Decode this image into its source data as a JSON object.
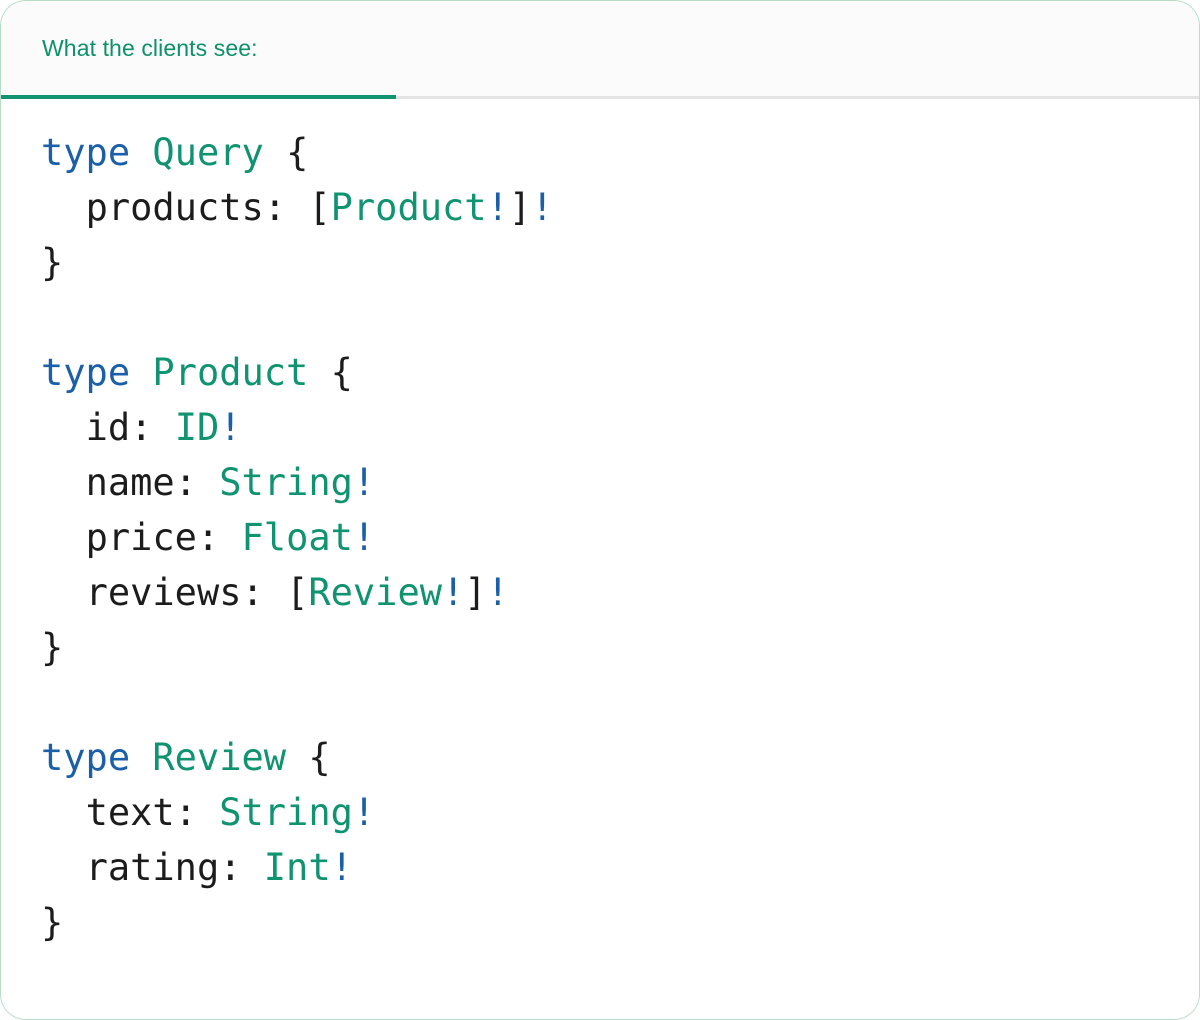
{
  "card": {
    "border_color": "#b7ddc9",
    "background": "#ffffff"
  },
  "tabs": {
    "items": [
      {
        "label": "What the clients see:",
        "active": true
      }
    ],
    "active_color": "#0f9370",
    "label_color": "#0d9168",
    "strip_background": "#fbfbfb",
    "divider_color": "#e4e4e4"
  },
  "code": {
    "language": "graphql",
    "colors": {
      "keyword": "#1a5fa8",
      "type": "#0f9370",
      "bang": "#1a5fa8",
      "punctuation": "#1c1c1c",
      "field": "#1c1c1c",
      "background": "#ffffff"
    },
    "lines": [
      {
        "tokens": [
          {
            "t": "type",
            "c": "kw"
          },
          {
            "t": " ",
            "c": "punct"
          },
          {
            "t": "Query",
            "c": "type"
          },
          {
            "t": " ",
            "c": "punct"
          },
          {
            "t": "{",
            "c": "punct"
          }
        ]
      },
      {
        "tokens": [
          {
            "t": "  ",
            "c": "punct"
          },
          {
            "t": "products",
            "c": "field"
          },
          {
            "t": ": ",
            "c": "punct"
          },
          {
            "t": "[",
            "c": "punct"
          },
          {
            "t": "Product",
            "c": "type"
          },
          {
            "t": "!",
            "c": "bang"
          },
          {
            "t": "]",
            "c": "punct"
          },
          {
            "t": "!",
            "c": "bang"
          }
        ]
      },
      {
        "tokens": [
          {
            "t": "}",
            "c": "punct"
          }
        ]
      },
      {
        "tokens": []
      },
      {
        "tokens": [
          {
            "t": "type",
            "c": "kw"
          },
          {
            "t": " ",
            "c": "punct"
          },
          {
            "t": "Product",
            "c": "type"
          },
          {
            "t": " ",
            "c": "punct"
          },
          {
            "t": "{",
            "c": "punct"
          }
        ]
      },
      {
        "tokens": [
          {
            "t": "  ",
            "c": "punct"
          },
          {
            "t": "id",
            "c": "field"
          },
          {
            "t": ": ",
            "c": "punct"
          },
          {
            "t": "ID",
            "c": "type"
          },
          {
            "t": "!",
            "c": "bang"
          }
        ]
      },
      {
        "tokens": [
          {
            "t": "  ",
            "c": "punct"
          },
          {
            "t": "name",
            "c": "field"
          },
          {
            "t": ": ",
            "c": "punct"
          },
          {
            "t": "String",
            "c": "type"
          },
          {
            "t": "!",
            "c": "bang"
          }
        ]
      },
      {
        "tokens": [
          {
            "t": "  ",
            "c": "punct"
          },
          {
            "t": "price",
            "c": "field"
          },
          {
            "t": ": ",
            "c": "punct"
          },
          {
            "t": "Float",
            "c": "type"
          },
          {
            "t": "!",
            "c": "bang"
          }
        ]
      },
      {
        "tokens": [
          {
            "t": "  ",
            "c": "punct"
          },
          {
            "t": "reviews",
            "c": "field"
          },
          {
            "t": ": ",
            "c": "punct"
          },
          {
            "t": "[",
            "c": "punct"
          },
          {
            "t": "Review",
            "c": "type"
          },
          {
            "t": "!",
            "c": "bang"
          },
          {
            "t": "]",
            "c": "punct"
          },
          {
            "t": "!",
            "c": "bang"
          }
        ]
      },
      {
        "tokens": [
          {
            "t": "}",
            "c": "punct"
          }
        ]
      },
      {
        "tokens": []
      },
      {
        "tokens": [
          {
            "t": "type",
            "c": "kw"
          },
          {
            "t": " ",
            "c": "punct"
          },
          {
            "t": "Review",
            "c": "type"
          },
          {
            "t": " ",
            "c": "punct"
          },
          {
            "t": "{",
            "c": "punct"
          }
        ]
      },
      {
        "tokens": [
          {
            "t": "  ",
            "c": "punct"
          },
          {
            "t": "text",
            "c": "field"
          },
          {
            "t": ": ",
            "c": "punct"
          },
          {
            "t": "String",
            "c": "type"
          },
          {
            "t": "!",
            "c": "bang"
          }
        ]
      },
      {
        "tokens": [
          {
            "t": "  ",
            "c": "punct"
          },
          {
            "t": "rating",
            "c": "field"
          },
          {
            "t": ": ",
            "c": "punct"
          },
          {
            "t": "Int",
            "c": "type"
          },
          {
            "t": "!",
            "c": "bang"
          }
        ]
      },
      {
        "tokens": [
          {
            "t": "}",
            "c": "punct"
          }
        ]
      }
    ]
  }
}
